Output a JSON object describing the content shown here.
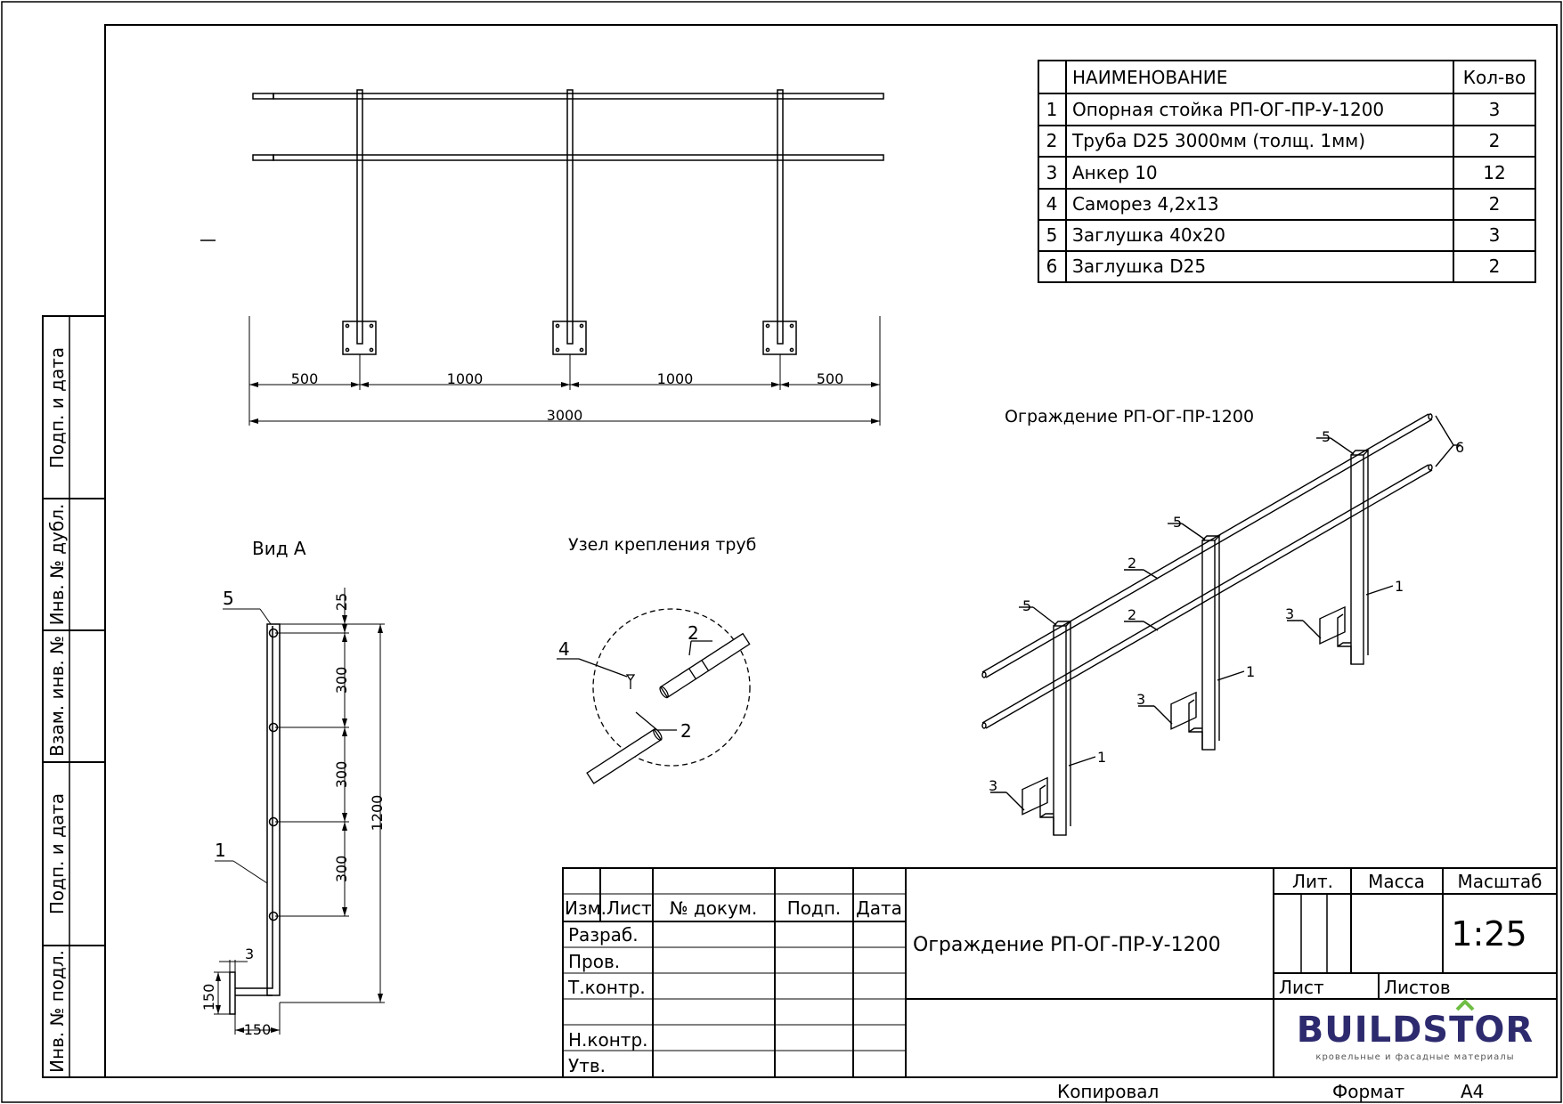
{
  "side_stamp": [
    "Подп. и дата",
    "Инв. № дубл.",
    "Взам. инв. №",
    "Подп. и дата",
    "Инв. № подл."
  ],
  "spec_table": {
    "header_name": "НАИМЕНОВАНИЕ",
    "header_qty": "Кол-во",
    "rows": [
      {
        "n": "1",
        "name": "Опорная стойка РП-ОГ-ПР-У-1200",
        "qty": "3"
      },
      {
        "n": "2",
        "name": "Труба D25 3000мм (толщ. 1мм)",
        "qty": "2"
      },
      {
        "n": "3",
        "name": "Анкер 10",
        "qty": "12"
      },
      {
        "n": "4",
        "name": "Саморез 4,2х13",
        "qty": "2"
      },
      {
        "n": "5",
        "name": "Заглушка 40х20",
        "qty": "3"
      },
      {
        "n": "6",
        "name": "Заглушка D25",
        "qty": "2"
      }
    ]
  },
  "front_view": {
    "dims_top": [
      "500",
      "1000",
      "1000",
      "500"
    ],
    "dim_total": "3000"
  },
  "view_a": {
    "title": "Вид А",
    "dims_vertical": [
      "25",
      "300",
      "300",
      "300"
    ],
    "dim_height": "1200",
    "dim_small": "3",
    "dim_base_h": "150",
    "dim_base_w": "150",
    "callout_5": "5",
    "callout_1": "1"
  },
  "pipe_joint": {
    "title": "Узел крепления труб",
    "callout_4": "4",
    "callout_2a": "2",
    "callout_2b": "2"
  },
  "iso_view": {
    "title": "Ограждение РП-ОГ-ПР-1200",
    "callouts": [
      "5",
      "5",
      "5",
      "6",
      "2",
      "2",
      "1",
      "1",
      "1",
      "3",
      "3",
      "3"
    ]
  },
  "title_block": {
    "izm": "Изм.",
    "list": "Лист",
    "doc_no": "№ докум.",
    "podp": "Подп.",
    "date": "Дата",
    "razrab": "Разраб.",
    "prov": "Пров.",
    "tkontr": "Т.контр.",
    "nkontr": "Н.контр.",
    "utv": "Утв.",
    "product": "Ограждение РП-ОГ-ПР-У-1200",
    "lit": "Лит.",
    "massa": "Масса",
    "masshtab": "Масштаб",
    "scale": "1:25",
    "sheet": "Лист",
    "sheets": "Листов",
    "logo_text": "BUILDSTOR",
    "logo_sub": "кровельные и фасадные материалы"
  },
  "footer": {
    "copied": "Копировал",
    "format_label": "Формат",
    "format_value": "A4"
  }
}
